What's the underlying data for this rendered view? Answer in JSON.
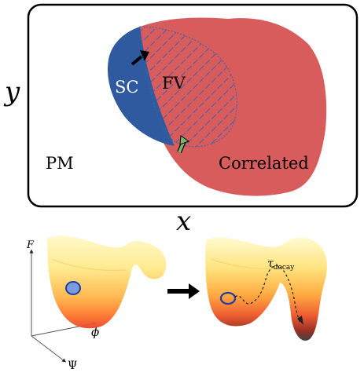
{
  "phase_diagram": {
    "axis_x": "x",
    "axis_y": "y",
    "regions": {
      "pm": "PM",
      "sc": "SC",
      "fv": "FV",
      "correlated": "Correlated"
    },
    "colors": {
      "correlated": "#d95c5c",
      "sc": "#2f5a9f",
      "hatch": "#3a62b0",
      "arrow_black": "#000000",
      "arrow_green": "#7fb86a"
    }
  },
  "landscape": {
    "axis_f": "F",
    "axis_phi": "ϕ",
    "axis_psi": "Ψ",
    "tau_symbol": "τ",
    "tau_subscript": "decay",
    "transition_arrow_color": "#000000",
    "state_marker_color": "#7a9be0"
  }
}
